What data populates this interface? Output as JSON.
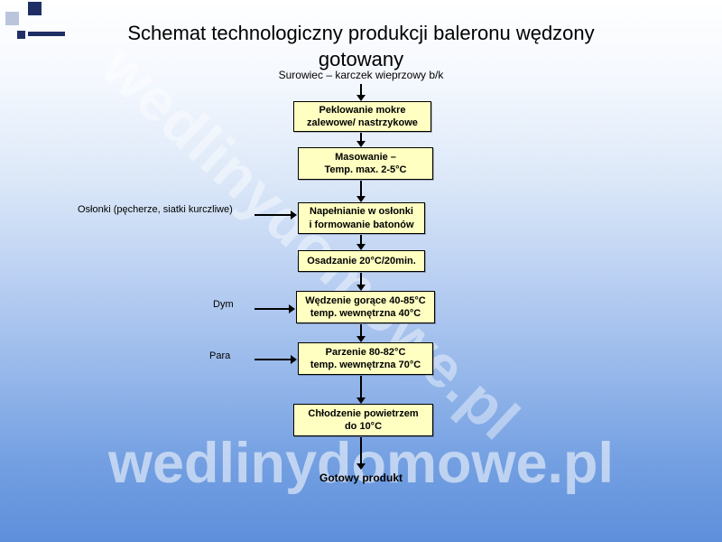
{
  "slide": {
    "title_line1": "Schemat technologiczny produkcji baleronu wędzony",
    "title_line2": "gotowany",
    "source_label": "Surowiec – karczek  wieprzowy b/k",
    "final_product": "Gotowy produkt"
  },
  "flowchart": {
    "steps": [
      {
        "lines": [
          "Peklowanie mokre",
          "zalewowe/ nastrzykowe"
        ]
      },
      {
        "lines": [
          "Masowanie –",
          "Temp. max.  2-5°C"
        ]
      },
      {
        "lines": [
          "Napełnianie w osłonki",
          "i formowanie batonów"
        ]
      },
      {
        "lines": [
          "Osadzanie 20°C/20min."
        ]
      },
      {
        "lines": [
          "Wędzenie gorące 40-85°C",
          "temp. wewnętrzna 40°C"
        ]
      },
      {
        "lines": [
          "Parzenie 80-82°C",
          "temp. wewnętrzna 70°C"
        ]
      },
      {
        "lines": [
          "Chłodzenie powietrzem",
          "do 10°C"
        ]
      }
    ],
    "side_inputs": [
      {
        "label": "Osłonki (pęcherze, siatki kurczliwe)"
      },
      {
        "label": "Dym"
      },
      {
        "label": "Para"
      }
    ]
  },
  "watermark": {
    "diagonal_text": "wedlinydomowe.pl",
    "bottom_text": "wedlinydomowe.pl"
  },
  "colors": {
    "step_fill": "#ffffc2",
    "step_border": "#000000",
    "decoration_navy": "#1f2f66",
    "background_bottom": "#5e8fdb"
  }
}
